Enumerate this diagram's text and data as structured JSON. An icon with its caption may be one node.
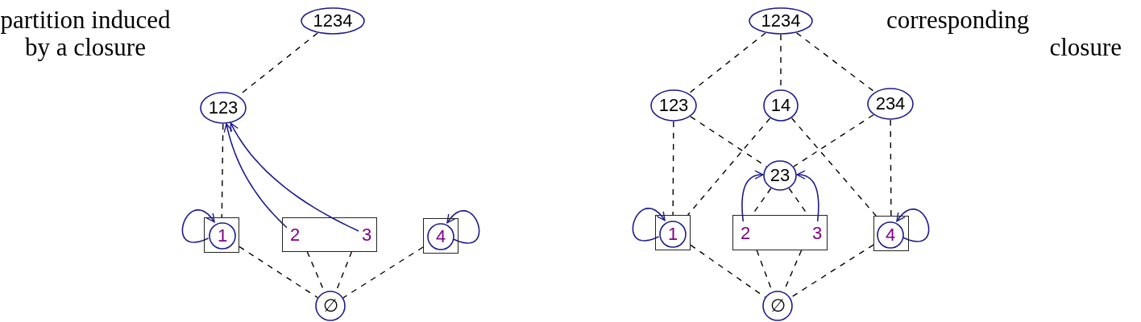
{
  "diagram": {
    "nodes": [
      {
        "text": [
          "1234"
        ]
      },
      {
        "text": [
          "123"
        ]
      },
      {
        "text": [],
        "shape": "box"
      },
      {
        "text": [
          "1"
        ],
        "in": 2
      },
      {
        "text": [],
        "shape": "box"
      },
      {
        "text": [
          "2"
        ],
        "in": 4
      },
      {
        "text": [
          "3"
        ],
        "in": 4
      },
      {
        "text": [],
        "shape": "box"
      },
      {
        "text": [
          "4"
        ],
        "in": 7
      },
      {
        "text": [
          "∅"
        ]
      },
      {
        "text": [
          "1234"
        ]
      },
      {
        "text": [
          "123"
        ]
      },
      {
        "text": [
          "14"
        ]
      },
      {
        "text": [
          "234"
        ]
      },
      {
        "text": [
          "23"
        ]
      },
      {
        "text": [],
        "shape": "box"
      },
      {
        "text": [
          "1"
        ],
        "in": 15
      },
      {
        "text": [],
        "shape": "box"
      },
      {
        "text": [
          "2"
        ],
        "in": 17
      },
      {
        "text": [
          "3"
        ],
        "in": 17
      },
      {
        "text": [],
        "shape": "box"
      },
      {
        "text": [
          "4"
        ],
        "in": 20
      },
      {
        "text": [
          "∅"
        ]
      }
    ],
    "edges": [
      {
        "from": 0,
        "to": 1,
        "arrow": "none",
        "style": "dashed"
      },
      {
        "from": 1,
        "to": 2,
        "arrow": "none",
        "style": "dashed"
      },
      {
        "from": 2,
        "to": 9,
        "arrow": "none",
        "style": "dashed"
      },
      {
        "from": 4,
        "to": 9,
        "arrow": "none",
        "style": "dashed"
      },
      {
        "from": 4,
        "to": 9,
        "arrow": "none",
        "style": "dashed"
      },
      {
        "from": 7,
        "to": 9,
        "arrow": "none",
        "style": "dashed"
      },
      {
        "from": 3,
        "to": 3,
        "arrow": "to",
        "color": "#1c1c8c"
      },
      {
        "from": 5,
        "to": 1,
        "arrow": "to",
        "color": "#1c1c8c"
      },
      {
        "from": 6,
        "to": 1,
        "arrow": "to",
        "color": "#1c1c8c"
      },
      {
        "from": 8,
        "to": 8,
        "arrow": "to",
        "color": "#1c1c8c"
      },
      {
        "from": 10,
        "to": 11,
        "arrow": "none",
        "style": "dashed"
      },
      {
        "from": 10,
        "to": 12,
        "arrow": "none",
        "style": "dashed"
      },
      {
        "from": 10,
        "to": 13,
        "arrow": "none",
        "style": "dashed"
      },
      {
        "from": 11,
        "to": 15,
        "arrow": "none",
        "style": "dashed"
      },
      {
        "from": 11,
        "to": 14,
        "arrow": "none",
        "style": "dashed"
      },
      {
        "from": 12,
        "to": 15,
        "arrow": "none",
        "style": "dashed"
      },
      {
        "from": 12,
        "to": 20,
        "arrow": "none",
        "style": "dashed"
      },
      {
        "from": 13,
        "to": 14,
        "arrow": "none",
        "style": "dashed"
      },
      {
        "from": 13,
        "to": 20,
        "arrow": "none",
        "style": "dashed"
      },
      {
        "from": 14,
        "to": 17,
        "arrow": "none",
        "style": "dashed"
      },
      {
        "from": 14,
        "to": 17,
        "arrow": "none",
        "style": "dashed"
      },
      {
        "from": 15,
        "to": 22,
        "arrow": "none",
        "style": "dashed"
      },
      {
        "from": 17,
        "to": 22,
        "arrow": "none",
        "style": "dashed"
      },
      {
        "from": 17,
        "to": 22,
        "arrow": "none",
        "style": "dashed"
      },
      {
        "from": 20,
        "to": 22,
        "arrow": "none",
        "style": "dashed"
      },
      {
        "from": 16,
        "to": 16,
        "arrow": "to",
        "color": "#1c1c8c"
      },
      {
        "from": 18,
        "to": 14,
        "arrow": "to",
        "color": "#1c1c8c"
      },
      {
        "from": 19,
        "to": 14,
        "arrow": "to",
        "color": "#1c1c8c"
      },
      {
        "from": 21,
        "to": 21,
        "arrow": "to",
        "color": "#1c1c8c"
      }
    ],
    "labels": [
      "partition induced by a closure",
      "corresponding closure"
    ]
  }
}
